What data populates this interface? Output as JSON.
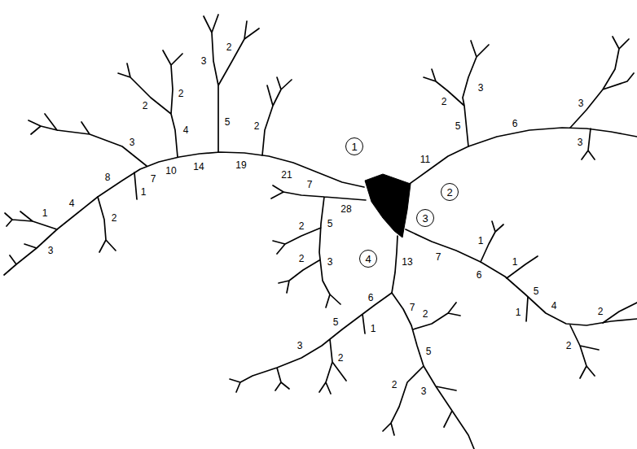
{
  "diagram": {
    "nodes": [
      {
        "text": [
          "1"
        ]
      },
      {
        "text": [
          "2"
        ]
      },
      {
        "text": [
          "3"
        ]
      },
      {
        "text": [
          "4"
        ]
      }
    ],
    "labels": [
      "3",
      "2",
      "2",
      "2",
      "5",
      "4",
      "2",
      "3",
      "19",
      "14",
      "10",
      "21",
      "8",
      "7",
      "1",
      "4",
      "1",
      "2",
      "3",
      "7",
      "28",
      "5",
      "2",
      "2",
      "3",
      "5",
      "3",
      "2",
      "6",
      "3",
      "3",
      "11",
      "1",
      "7",
      "6",
      "1",
      "5",
      "1",
      "4",
      "2",
      "2",
      "13",
      "6",
      "5",
      "1",
      "3",
      "2",
      "7",
      "2",
      "5",
      "2",
      "3"
    ]
  }
}
